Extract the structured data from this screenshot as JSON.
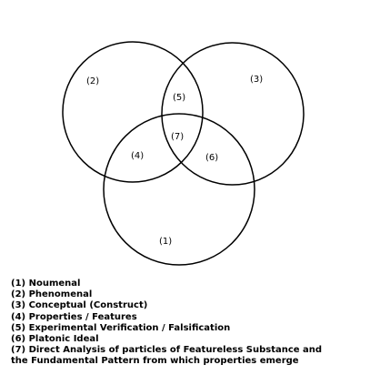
{
  "diagram": {
    "circles": [
      {
        "name": "circle-2"
      },
      {
        "name": "circle-3"
      },
      {
        "name": "circle-1"
      }
    ],
    "regions": [
      {
        "id": "region-2",
        "label": "(2)"
      },
      {
        "id": "region-3",
        "label": "(3)"
      },
      {
        "id": "region-5",
        "label": "(5)"
      },
      {
        "id": "region-7",
        "label": "(7)"
      },
      {
        "id": "region-4",
        "label": "(4)"
      },
      {
        "id": "region-6",
        "label": "(6)"
      },
      {
        "id": "region-1",
        "label": "(1)"
      }
    ]
  },
  "legend": {
    "items": [
      "(1) Noumenal",
      "(2) Phenomenal",
      "(3) Conceptual (Construct)",
      "(4) Properties / Features",
      "(5) Experimental Verification / Falsification",
      "(6) Platonic Ideal",
      "(7) Direct Analysis of particles of Featureless Substance and",
      "the Fundamental Pattern from which properties emerge"
    ]
  }
}
